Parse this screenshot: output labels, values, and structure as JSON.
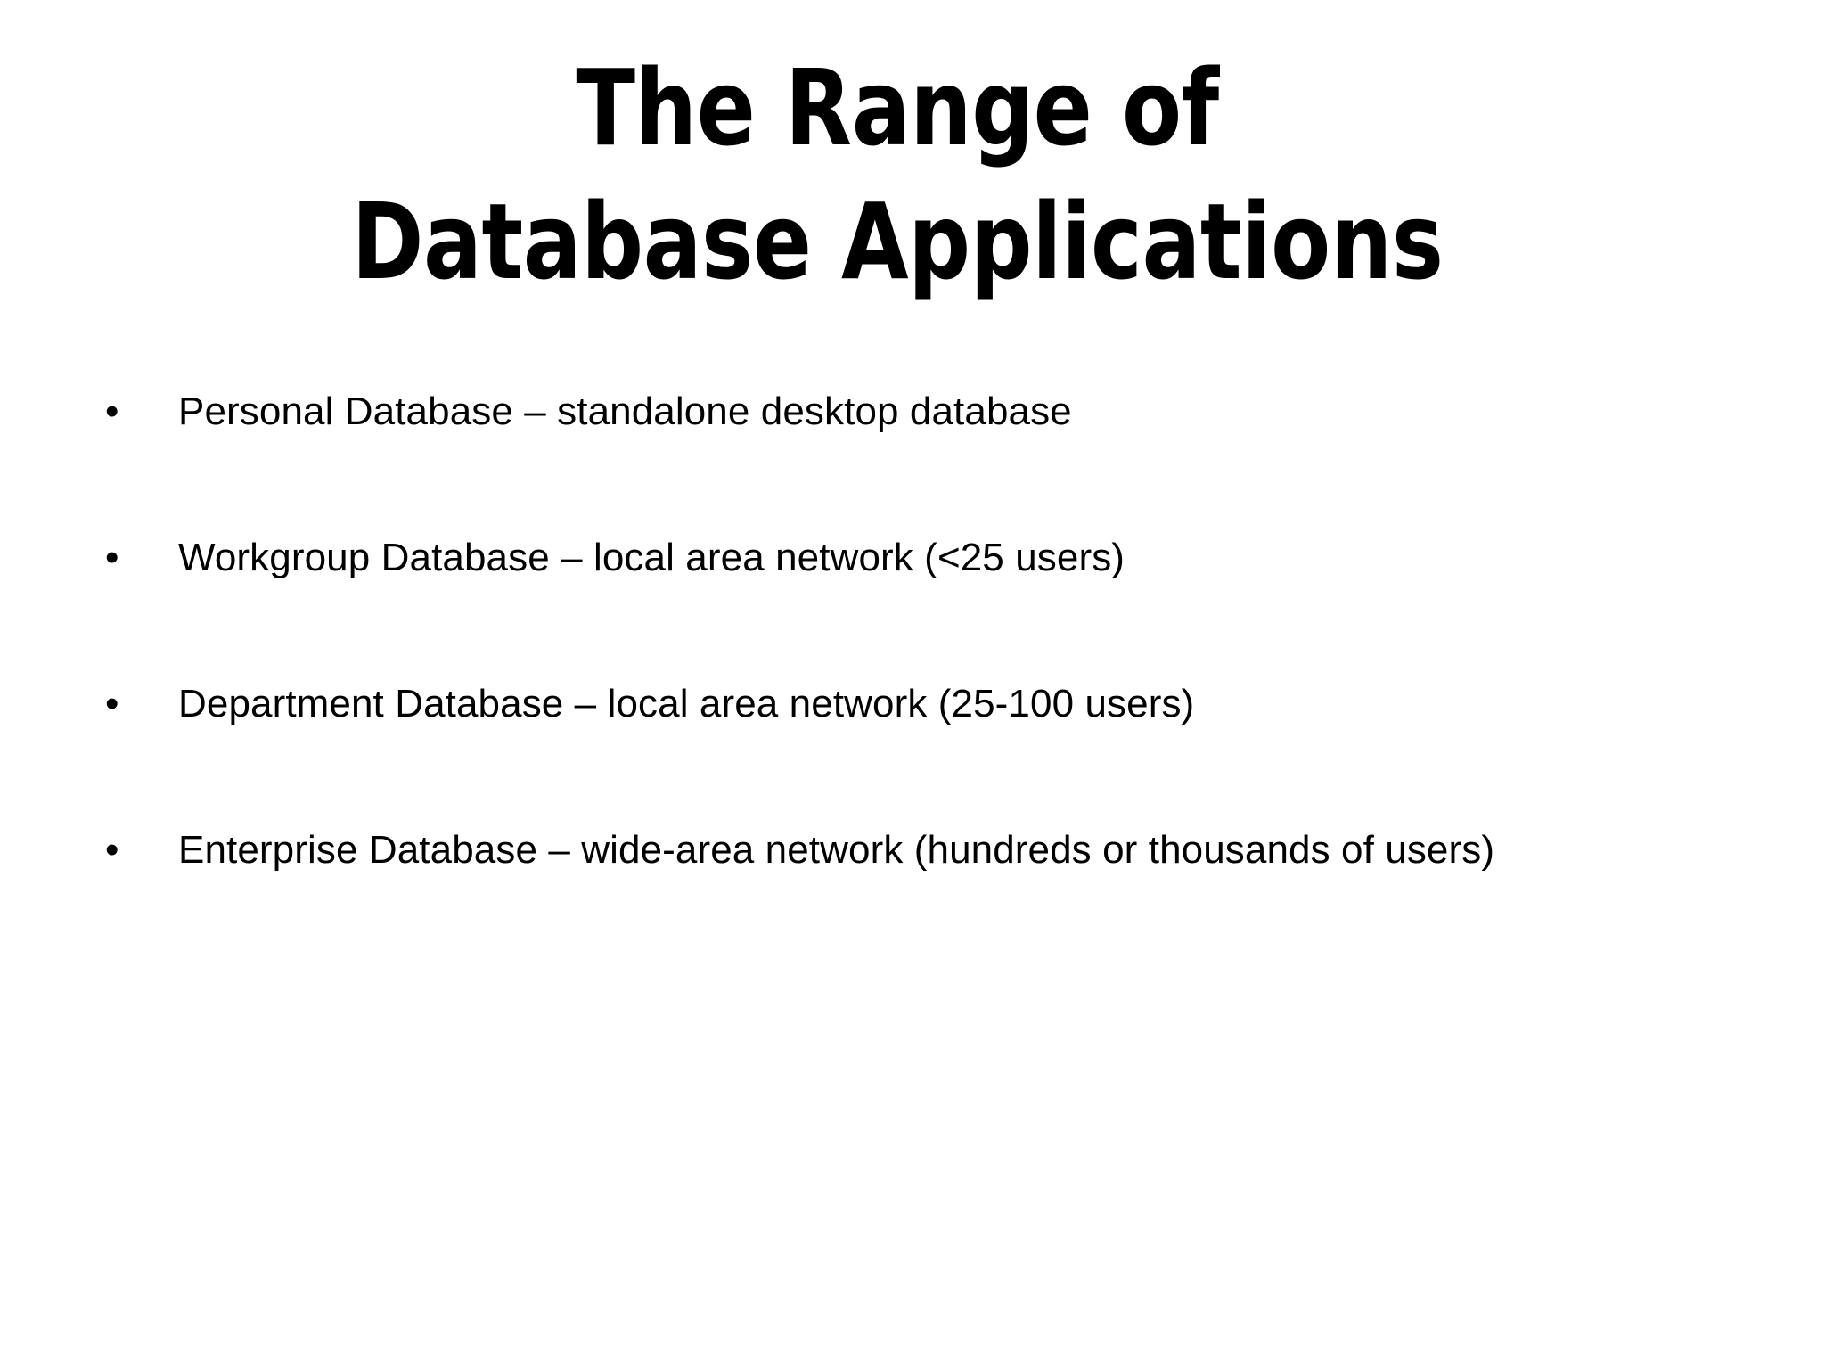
{
  "slide": {
    "background_color": "#ffffff",
    "text_color": "#000000",
    "title": {
      "line1": "The Range of",
      "line2": "Database Applications"
    },
    "bullet_marker": "•",
    "bullets": [
      {
        "text": "Personal Database – standalone desktop database"
      },
      {
        "text": "Workgroup Database – local area network (<25 users)"
      },
      {
        "text": "Department Database – local area network (25-100 users)"
      },
      {
        "text": "Enterprise Database – wide-area network (hundreds or thousands of users)"
      }
    ]
  }
}
